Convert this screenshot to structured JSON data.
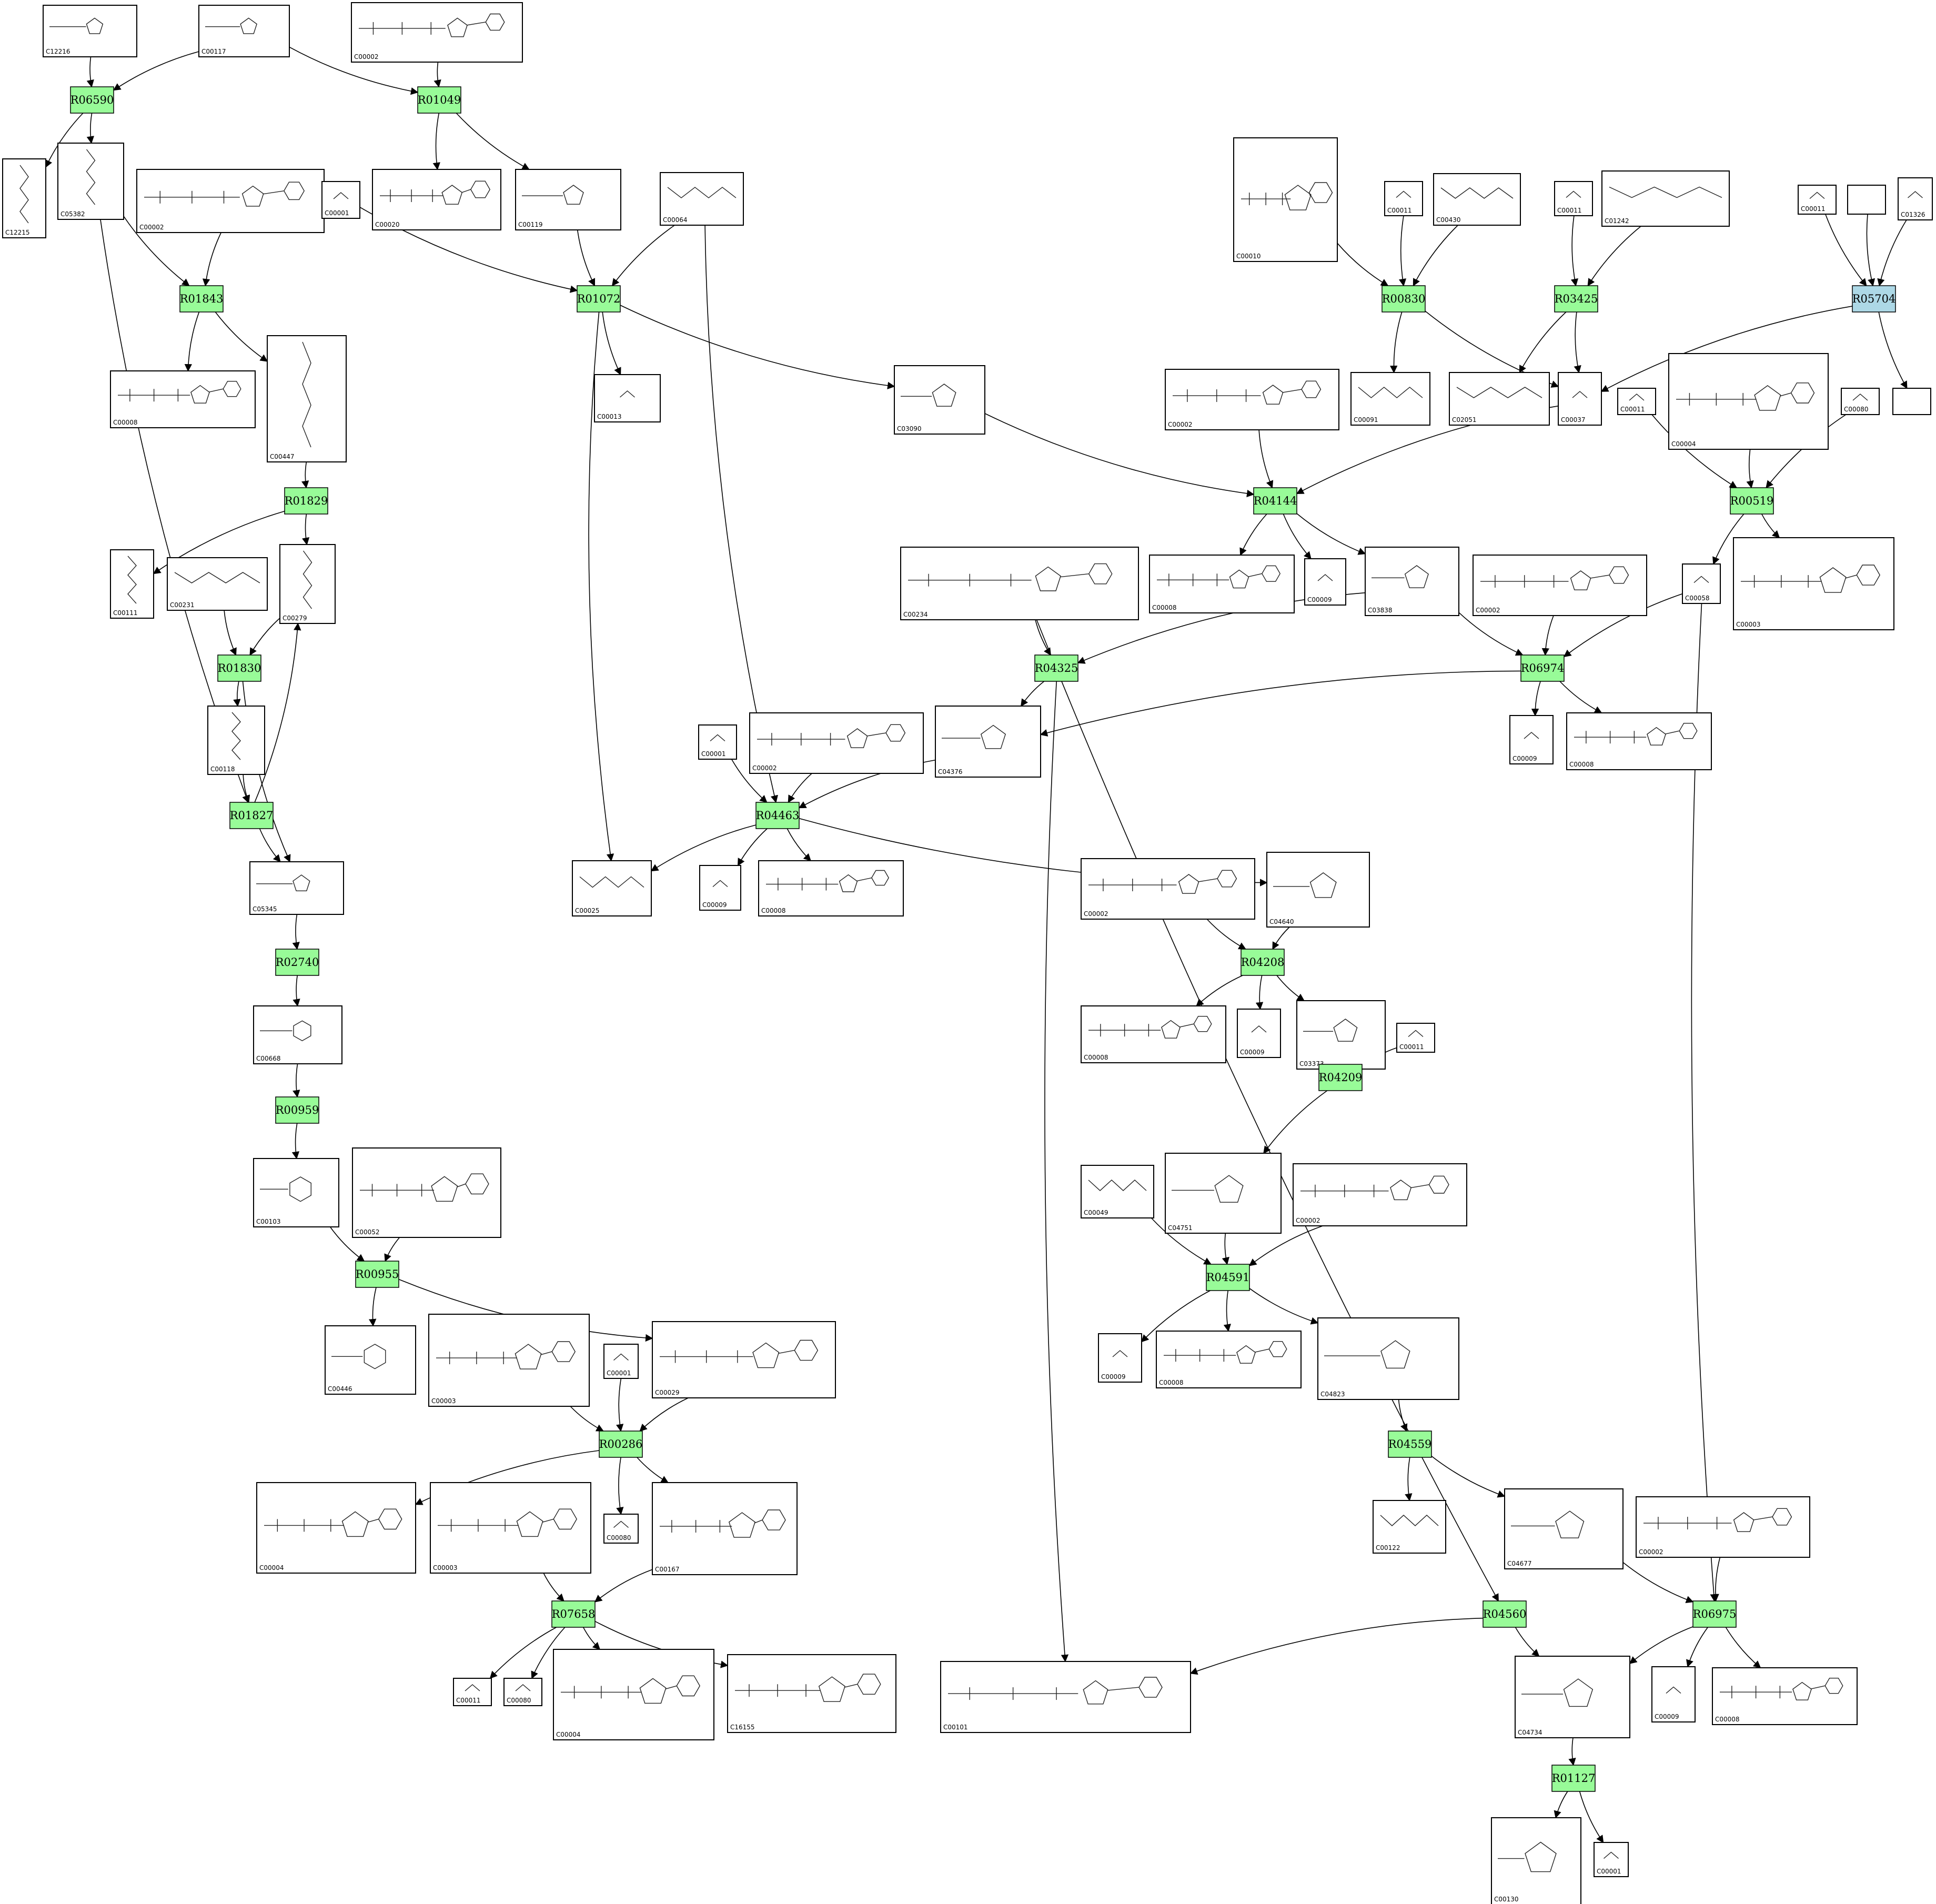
{
  "diagram": {
    "colors": {
      "reaction": "#98fb98",
      "reaction_highlight": "#add8e6",
      "border": "#000000"
    },
    "reactions": [
      {
        "id": "R06590",
        "label": "R06590"
      },
      {
        "id": "R01049",
        "label": "R01049"
      },
      {
        "id": "R01843",
        "label": "R01843"
      },
      {
        "id": "R01072",
        "label": "R01072"
      },
      {
        "id": "R00830",
        "label": "R00830"
      },
      {
        "id": "R03425",
        "label": "R03425"
      },
      {
        "id": "R05704",
        "label": "R05704",
        "highlight": true
      },
      {
        "id": "R01829",
        "label": "R01829"
      },
      {
        "id": "R04144",
        "label": "R04144"
      },
      {
        "id": "R00519",
        "label": "R00519"
      },
      {
        "id": "R01830",
        "label": "R01830"
      },
      {
        "id": "R04325",
        "label": "R04325"
      },
      {
        "id": "R06974",
        "label": "R06974"
      },
      {
        "id": "R01827",
        "label": "R01827"
      },
      {
        "id": "R04463",
        "label": "R04463"
      },
      {
        "id": "R02740",
        "label": "R02740"
      },
      {
        "id": "R04208",
        "label": "R04208"
      },
      {
        "id": "R00959",
        "label": "R00959"
      },
      {
        "id": "R04209",
        "label": "R04209"
      },
      {
        "id": "R00955",
        "label": "R00955"
      },
      {
        "id": "R04591",
        "label": "R04591"
      },
      {
        "id": "R00286",
        "label": "R00286"
      },
      {
        "id": "R04559",
        "label": "R04559"
      },
      {
        "id": "R07658",
        "label": "R07658"
      },
      {
        "id": "R04560",
        "label": "R04560"
      },
      {
        "id": "R06975",
        "label": "R06975"
      },
      {
        "id": "R01127",
        "label": "R01127"
      }
    ],
    "compounds": [
      {
        "id": "n_C12216",
        "label": "C12216",
        "mol": "ribose"
      },
      {
        "id": "n_C00117",
        "label": "C00117",
        "mol": "ribose"
      },
      {
        "id": "n_C00002a",
        "label": "C00002",
        "mol": "nucleotide"
      },
      {
        "id": "n_C12215",
        "label": "C12215",
        "mol": "chain"
      },
      {
        "id": "n_C05382",
        "label": "C05382",
        "mol": "chain"
      },
      {
        "id": "n_C00002b",
        "label": "C00002",
        "mol": "nucleotide"
      },
      {
        "id": "n_C00001a",
        "label": "C00001",
        "mol": "small"
      },
      {
        "id": "n_C00020",
        "label": "C00020",
        "mol": "nucleotide"
      },
      {
        "id": "n_C00119",
        "label": "C00119",
        "mol": "ribose"
      },
      {
        "id": "n_C00064",
        "label": "C00064",
        "mol": "chain"
      },
      {
        "id": "n_C00010",
        "label": "C00010",
        "mol": "nucleotide"
      },
      {
        "id": "n_C00011a",
        "label": "C00011",
        "mol": "small"
      },
      {
        "id": "n_C00430",
        "label": "C00430",
        "mol": "chain"
      },
      {
        "id": "n_C00011b",
        "label": "C00011",
        "mol": "small"
      },
      {
        "id": "n_C01242",
        "label": "C01242",
        "mol": "chain"
      },
      {
        "id": "n_C00011c",
        "label": "C00011",
        "mol": "small"
      },
      {
        "id": "n_blank1",
        "label": "",
        "mol": "none"
      },
      {
        "id": "n_C01326",
        "label": "C01326",
        "mol": "small"
      },
      {
        "id": "n_C00008a",
        "label": "C00008",
        "mol": "nucleotide"
      },
      {
        "id": "n_C00447",
        "label": "C00447",
        "mol": "chain"
      },
      {
        "id": "n_C00013",
        "label": "C00013",
        "mol": "small"
      },
      {
        "id": "n_C03090",
        "label": "C03090",
        "mol": "ribose"
      },
      {
        "id": "n_C00002c",
        "label": "C00002",
        "mol": "nucleotide"
      },
      {
        "id": "n_C00091",
        "label": "C00091",
        "mol": "chain"
      },
      {
        "id": "n_C02051",
        "label": "C02051",
        "mol": "chain"
      },
      {
        "id": "n_C00037",
        "label": "C00037",
        "mol": "small"
      },
      {
        "id": "n_C00011d",
        "label": "C00011",
        "mol": "small"
      },
      {
        "id": "n_C00004a",
        "label": "C00004",
        "mol": "nucleotide"
      },
      {
        "id": "n_C00080a",
        "label": "C00080",
        "mol": "small"
      },
      {
        "id": "n_blank2",
        "label": "",
        "mol": "none"
      },
      {
        "id": "n_C00111",
        "label": "C00111",
        "mol": "chain"
      },
      {
        "id": "n_C00231",
        "label": "C00231",
        "mol": "chain"
      },
      {
        "id": "n_C00279",
        "label": "C00279",
        "mol": "chain"
      },
      {
        "id": "n_C00234",
        "label": "C00234",
        "mol": "nucleotide"
      },
      {
        "id": "n_C00008b",
        "label": "C00008",
        "mol": "nucleotide"
      },
      {
        "id": "n_C00009a",
        "label": "C00009",
        "mol": "small"
      },
      {
        "id": "n_C03838",
        "label": "C03838",
        "mol": "ribose"
      },
      {
        "id": "n_C00002d",
        "label": "C00002",
        "mol": "nucleotide"
      },
      {
        "id": "n_C00058",
        "label": "C00058",
        "mol": "small"
      },
      {
        "id": "n_C00003a",
        "label": "C00003",
        "mol": "nucleotide"
      },
      {
        "id": "n_C00118",
        "label": "C00118",
        "mol": "chain"
      },
      {
        "id": "n_C00001b",
        "label": "C00001",
        "mol": "small"
      },
      {
        "id": "n_C00002e",
        "label": "C00002",
        "mol": "nucleotide"
      },
      {
        "id": "n_C04376",
        "label": "C04376",
        "mol": "ribose"
      },
      {
        "id": "n_C00009b",
        "label": "C00009",
        "mol": "small"
      },
      {
        "id": "n_C00008c",
        "label": "C00008",
        "mol": "nucleotide"
      },
      {
        "id": "n_C05345",
        "label": "C05345",
        "mol": "ribose"
      },
      {
        "id": "n_C00025",
        "label": "C00025",
        "mol": "chain"
      },
      {
        "id": "n_C00009c",
        "label": "C00009",
        "mol": "small"
      },
      {
        "id": "n_C00008d",
        "label": "C00008",
        "mol": "nucleotide"
      },
      {
        "id": "n_C00002f",
        "label": "C00002",
        "mol": "nucleotide"
      },
      {
        "id": "n_C04640",
        "label": "C04640",
        "mol": "ribose"
      },
      {
        "id": "n_C00668",
        "label": "C00668",
        "mol": "sugar"
      },
      {
        "id": "n_C00008e",
        "label": "C00008",
        "mol": "nucleotide"
      },
      {
        "id": "n_C00009d",
        "label": "C00009",
        "mol": "small"
      },
      {
        "id": "n_C03373",
        "label": "C03373",
        "mol": "ribose"
      },
      {
        "id": "n_C00011e",
        "label": "C00011",
        "mol": "small"
      },
      {
        "id": "n_C00103",
        "label": "C00103",
        "mol": "sugar"
      },
      {
        "id": "n_C00052",
        "label": "C00052",
        "mol": "nucleotide"
      },
      {
        "id": "n_C00049",
        "label": "C00049",
        "mol": "chain"
      },
      {
        "id": "n_C04751",
        "label": "C04751",
        "mol": "ribose"
      },
      {
        "id": "n_C00002g",
        "label": "C00002",
        "mol": "nucleotide"
      },
      {
        "id": "n_C00446",
        "label": "C00446",
        "mol": "sugar"
      },
      {
        "id": "n_C00003b",
        "label": "C00003",
        "mol": "nucleotide"
      },
      {
        "id": "n_C00001c",
        "label": "C00001",
        "mol": "small"
      },
      {
        "id": "n_C00029",
        "label": "C00029",
        "mol": "nucleotide"
      },
      {
        "id": "n_C00009e",
        "label": "C00009",
        "mol": "small"
      },
      {
        "id": "n_C00008f",
        "label": "C00008",
        "mol": "nucleotide"
      },
      {
        "id": "n_C04823",
        "label": "C04823",
        "mol": "ribose"
      },
      {
        "id": "n_C00004b",
        "label": "C00004",
        "mol": "nucleotide"
      },
      {
        "id": "n_C00003c",
        "label": "C00003",
        "mol": "nucleotide"
      },
      {
        "id": "n_C00080b",
        "label": "C00080",
        "mol": "small"
      },
      {
        "id": "n_C00167",
        "label": "C00167",
        "mol": "nucleotide"
      },
      {
        "id": "n_C00122",
        "label": "C00122",
        "mol": "chain"
      },
      {
        "id": "n_C04677",
        "label": "C04677",
        "mol": "ribose"
      },
      {
        "id": "n_C00002h",
        "label": "C00002",
        "mol": "nucleotide"
      },
      {
        "id": "n_C00011f",
        "label": "C00011",
        "mol": "small"
      },
      {
        "id": "n_C00080c",
        "label": "C00080",
        "mol": "small"
      },
      {
        "id": "n_C00004c",
        "label": "C00004",
        "mol": "nucleotide"
      },
      {
        "id": "n_C16155",
        "label": "C16155",
        "mol": "nucleotide"
      },
      {
        "id": "n_C00101",
        "label": "C00101",
        "mol": "nucleotide"
      },
      {
        "id": "n_C04734",
        "label": "C04734",
        "mol": "ribose"
      },
      {
        "id": "n_C00009f",
        "label": "C00009",
        "mol": "small"
      },
      {
        "id": "n_C00008g",
        "label": "C00008",
        "mol": "nucleotide"
      },
      {
        "id": "n_C00130",
        "label": "C00130",
        "mol": "ribose"
      },
      {
        "id": "n_C00001d",
        "label": "C00001",
        "mol": "small"
      }
    ],
    "edges": [
      [
        "n_C12216",
        "R06590"
      ],
      [
        "n_C00117",
        "R06590"
      ],
      [
        "n_C00117",
        "R01049"
      ],
      [
        "n_C00002a",
        "R01049"
      ],
      [
        "R06590",
        "n_C12215"
      ],
      [
        "R06590",
        "n_C05382"
      ],
      [
        "R01049",
        "n_C00020"
      ],
      [
        "R01049",
        "n_C00119"
      ],
      [
        "n_C05382",
        "R01843"
      ],
      [
        "n_C00002b",
        "R01843"
      ],
      [
        "R01843",
        "n_C00008a"
      ],
      [
        "R01843",
        "n_C00447"
      ],
      [
        "n_C00001a",
        "R01072"
      ],
      [
        "n_C00119",
        "R01072"
      ],
      [
        "n_C00064",
        "R01072"
      ],
      [
        "R01072",
        "n_C00013"
      ],
      [
        "R01072",
        "n_C03090"
      ],
      [
        "R01072",
        "n_C00025"
      ],
      [
        "n_C00064",
        "R04463"
      ],
      [
        "n_C00010",
        "R00830"
      ],
      [
        "n_C00011a",
        "R00830"
      ],
      [
        "n_C00430",
        "R00830"
      ],
      [
        "R00830",
        "n_C00091"
      ],
      [
        "R00830",
        "n_C00037"
      ],
      [
        "n_C00011b",
        "R03425"
      ],
      [
        "n_C01242",
        "R03425"
      ],
      [
        "R03425",
        "n_C02051"
      ],
      [
        "R03425",
        "n_C00037"
      ],
      [
        "n_C00011c",
        "R05704"
      ],
      [
        "n_blank1",
        "R05704"
      ],
      [
        "n_C01326",
        "R05704"
      ],
      [
        "R05704",
        "n_blank2"
      ],
      [
        "R05704",
        "n_C00037"
      ],
      [
        "n_C00447",
        "R01829"
      ],
      [
        "R01829",
        "n_C00111"
      ],
      [
        "R01829",
        "n_C00279"
      ],
      [
        "n_C00231",
        "R01830"
      ],
      [
        "n_C00279",
        "R01830"
      ],
      [
        "R01830",
        "n_C00118"
      ],
      [
        "R01830",
        "n_C05345"
      ],
      [
        "n_C05382",
        "R01827"
      ],
      [
        "n_C00118",
        "R01827"
      ],
      [
        "R01827",
        "n_C00279"
      ],
      [
        "R01827",
        "n_C05345"
      ],
      [
        "n_C03090",
        "R04144"
      ],
      [
        "n_C00002c",
        "R04144"
      ],
      [
        "n_C00037",
        "R04144"
      ],
      [
        "R04144",
        "n_C00008b"
      ],
      [
        "R04144",
        "n_C00009a"
      ],
      [
        "R04144",
        "n_C03838"
      ],
      [
        "n_C00011d",
        "R00519"
      ],
      [
        "n_C00004a",
        "R00519"
      ],
      [
        "n_C00080a",
        "R00519"
      ],
      [
        "R00519",
        "n_C00058"
      ],
      [
        "R00519",
        "n_C00003a"
      ],
      [
        "n_C00234",
        "R04325"
      ],
      [
        "n_C03838",
        "R04325"
      ],
      [
        "R04325",
        "n_C04376"
      ],
      [
        "R04325",
        "n_C00101"
      ],
      [
        "n_C00234",
        "R04560"
      ],
      [
        "n_C03838",
        "R06974"
      ],
      [
        "n_C00002d",
        "R06974"
      ],
      [
        "n_C00058",
        "R06974"
      ],
      [
        "R06974",
        "n_C04376"
      ],
      [
        "R06974",
        "n_C00009b"
      ],
      [
        "R06974",
        "n_C00008c"
      ],
      [
        "n_C00058",
        "R06975"
      ],
      [
        "n_C00001b",
        "R04463"
      ],
      [
        "n_C00002e",
        "R04463"
      ],
      [
        "n_C04376",
        "R04463"
      ],
      [
        "R04463",
        "n_C00025"
      ],
      [
        "R04463",
        "n_C00009c"
      ],
      [
        "R04463",
        "n_C00008d"
      ],
      [
        "R04463",
        "n_C04640"
      ],
      [
        "n_C05345",
        "R02740"
      ],
      [
        "R02740",
        "n_C00668"
      ],
      [
        "n_C00002f",
        "R04208"
      ],
      [
        "n_C04640",
        "R04208"
      ],
      [
        "R04208",
        "n_C00008e"
      ],
      [
        "R04208",
        "n_C00009d"
      ],
      [
        "R04208",
        "n_C03373"
      ],
      [
        "n_C00668",
        "R00959"
      ],
      [
        "R00959",
        "n_C00103"
      ],
      [
        "n_C03373",
        "R04209"
      ],
      [
        "n_C00011e",
        "R04209"
      ],
      [
        "R04209",
        "n_C04751"
      ],
      [
        "n_C00103",
        "R00955"
      ],
      [
        "n_C00052",
        "R00955"
      ],
      [
        "R00955",
        "n_C00446"
      ],
      [
        "R00955",
        "n_C00029"
      ],
      [
        "n_C00049",
        "R04591"
      ],
      [
        "n_C04751",
        "R04591"
      ],
      [
        "n_C00002g",
        "R04591"
      ],
      [
        "R04591",
        "n_C00009e"
      ],
      [
        "R04591",
        "n_C00008f"
      ],
      [
        "R04591",
        "n_C04823"
      ],
      [
        "n_C00003b",
        "R00286"
      ],
      [
        "n_C00001c",
        "R00286"
      ],
      [
        "n_C00029",
        "R00286"
      ],
      [
        "R00286",
        "n_C00004b"
      ],
      [
        "R00286",
        "n_C00080b"
      ],
      [
        "R00286",
        "n_C00167"
      ],
      [
        "n_C04823",
        "R04559"
      ],
      [
        "R04559",
        "n_C00122"
      ],
      [
        "R04559",
        "n_C04677"
      ],
      [
        "n_C00003c",
        "R07658"
      ],
      [
        "n_C00167",
        "R07658"
      ],
      [
        "R07658",
        "n_C00011f"
      ],
      [
        "R07658",
        "n_C00080c"
      ],
      [
        "R07658",
        "n_C00004c"
      ],
      [
        "R07658",
        "n_C16155"
      ],
      [
        "R04560",
        "n_C00101"
      ],
      [
        "R04560",
        "n_C04734"
      ],
      [
        "n_C04677",
        "R06975"
      ],
      [
        "n_C00002h",
        "R06975"
      ],
      [
        "R06975",
        "n_C04734"
      ],
      [
        "R06975",
        "n_C00009f"
      ],
      [
        "R06975",
        "n_C00008g"
      ],
      [
        "n_C04734",
        "R01127"
      ],
      [
        "R01127",
        "n_C00130"
      ],
      [
        "R01127",
        "n_C00001d"
      ]
    ]
  }
}
